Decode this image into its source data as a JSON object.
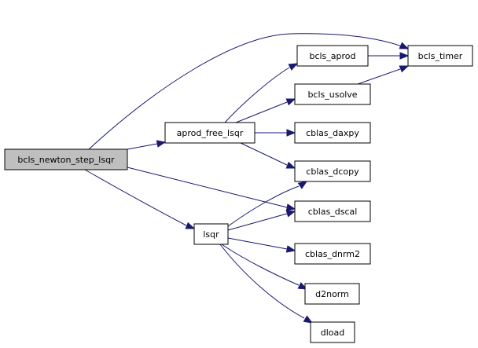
{
  "colors": {
    "edge": "#191970",
    "root_fill": "#bfbfbf",
    "node_fill": "#ffffff",
    "border": "#000000"
  },
  "nodes": [
    {
      "id": "bcls_newton_step_lsqr",
      "label": "bcls_newton_step_lsqr",
      "root": true
    },
    {
      "id": "aprod_free_lsqr",
      "label": "aprod_free_lsqr"
    },
    {
      "id": "lsqr",
      "label": "lsqr"
    },
    {
      "id": "bcls_aprod",
      "label": "bcls_aprod"
    },
    {
      "id": "bcls_usolve",
      "label": "bcls_usolve"
    },
    {
      "id": "bcls_timer",
      "label": "bcls_timer"
    },
    {
      "id": "cblas_daxpy",
      "label": "cblas_daxpy"
    },
    {
      "id": "cblas_dcopy",
      "label": "cblas_dcopy"
    },
    {
      "id": "cblas_dscal",
      "label": "cblas_dscal"
    },
    {
      "id": "cblas_dnrm2",
      "label": "cblas_dnrm2"
    },
    {
      "id": "d2norm",
      "label": "d2norm"
    },
    {
      "id": "dload",
      "label": "dload"
    }
  ],
  "edges": [
    {
      "from": "bcls_newton_step_lsqr",
      "to": "bcls_timer"
    },
    {
      "from": "bcls_newton_step_lsqr",
      "to": "aprod_free_lsqr"
    },
    {
      "from": "bcls_newton_step_lsqr",
      "to": "cblas_dscal"
    },
    {
      "from": "bcls_newton_step_lsqr",
      "to": "lsqr"
    },
    {
      "from": "aprod_free_lsqr",
      "to": "bcls_aprod"
    },
    {
      "from": "aprod_free_lsqr",
      "to": "bcls_usolve"
    },
    {
      "from": "aprod_free_lsqr",
      "to": "cblas_daxpy"
    },
    {
      "from": "aprod_free_lsqr",
      "to": "cblas_dcopy"
    },
    {
      "from": "bcls_aprod",
      "to": "bcls_timer"
    },
    {
      "from": "bcls_usolve",
      "to": "bcls_timer"
    },
    {
      "from": "lsqr",
      "to": "cblas_dcopy"
    },
    {
      "from": "lsqr",
      "to": "cblas_dscal"
    },
    {
      "from": "lsqr",
      "to": "cblas_dnrm2"
    },
    {
      "from": "lsqr",
      "to": "d2norm"
    },
    {
      "from": "lsqr",
      "to": "dload"
    }
  ]
}
